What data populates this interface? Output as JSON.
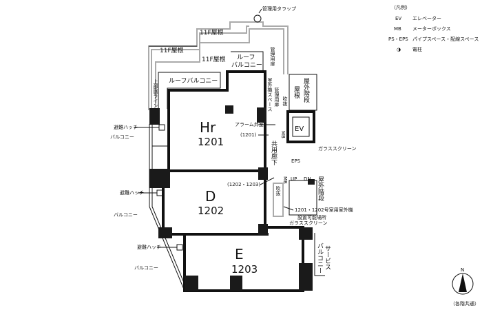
{
  "legend": {
    "title": "（凡例）",
    "items": [
      {
        "key": "EV",
        "desc": "エレベーター"
      },
      {
        "key": "MB",
        "desc": "メーターボックス"
      },
      {
        "key": "PS・EPS",
        "desc": "パイプスペース・配線スペース"
      },
      {
        "key": "◑",
        "desc": "電柱"
      }
    ]
  },
  "roof": {
    "trap": "管理用タラップ",
    "roof_11f_a": "11F屋根",
    "roof_11f_b": "11F屋根",
    "roof_11f_c": "11F屋根",
    "roof_balcony_top_1": "ルーフ",
    "roof_balcony_top_2": "バルコニー",
    "roof_balcony": "ルーフバルコニー",
    "upper_garden_line": "上部庭ライン",
    "mgmt_door_top": "管理用扉",
    "outdoor_unit_space": "室外機スペース",
    "mgmt_door": "管理用扉",
    "void_top": "吹抜",
    "roof_small": "屋根",
    "outdoor_stairs_top": "屋外階段"
  },
  "units": [
    {
      "type": "Hr",
      "number": "1201"
    },
    {
      "type": "D",
      "number": "1202"
    },
    {
      "type": "E",
      "number": "1203"
    }
  ],
  "labels": {
    "ev": "EV",
    "mb": "MB",
    "mb2": "MB",
    "alarm": "アラーム弁室",
    "ref_1201": "(1201)",
    "ref_1202_1203": "(1202・1203)",
    "corridor": "共用廊下",
    "glass_screen_1": "ガラススクリーン",
    "glass_screen_2": "ガラススクリーン",
    "eps": "EPS",
    "up": "UP",
    "dn": "DN",
    "outdoor_stairs": "屋外階段",
    "void": "吹抜",
    "outdoor_unit_note_1": "1201・1202号室用室外機",
    "outdoor_unit_note_2": "設置可能場所",
    "service_balcony_1": "サービス",
    "service_balcony_2": "バルコニー",
    "hatch_1": "避難ハッチ",
    "hatch_2": "避難ハッチ",
    "hatch_3": "避難ハッチ",
    "balcony_1": "バルコニー",
    "balcony_2": "バルコニー",
    "balcony_3": "バルコニー"
  },
  "compass": {
    "north": "N",
    "note": "（各階共通）"
  }
}
